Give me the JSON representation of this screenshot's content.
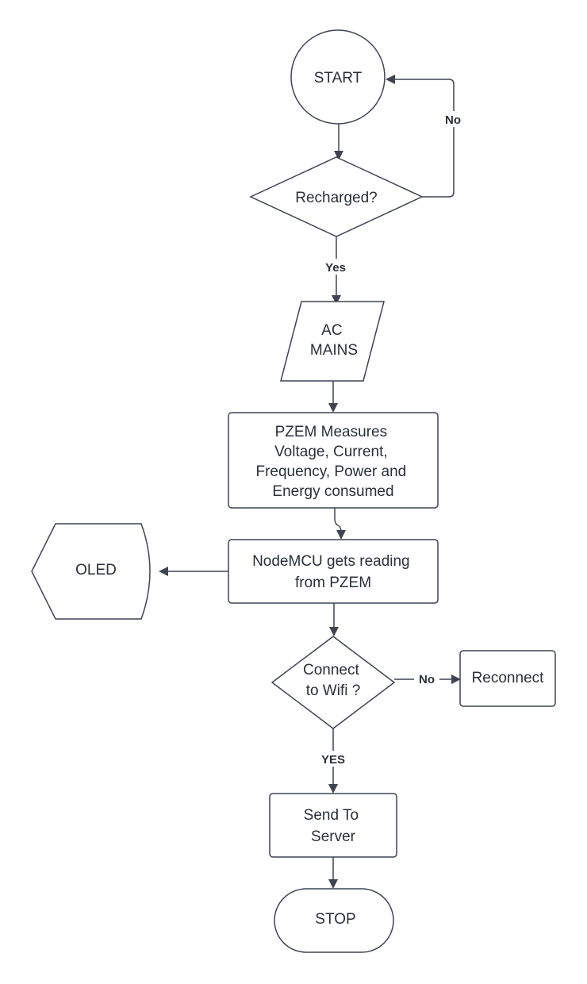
{
  "nodes": {
    "start": "START",
    "recharged": "Recharged?",
    "ac_mains": [
      "AC",
      "MAINS"
    ],
    "pzem": [
      "PZEM Measures",
      "Voltage, Current,",
      "Frequency, Power and",
      "Energy consumed"
    ],
    "nodemcu": [
      "NodeMCU gets reading",
      "from PZEM"
    ],
    "oled": "OLED",
    "wifi": [
      "Connect",
      "to Wifi ?"
    ],
    "reconnect": "Reconnect",
    "send": [
      "Send To",
      "Server"
    ],
    "stop": "STOP"
  },
  "edge_labels": {
    "recharged_no": "No",
    "recharged_yes": "Yes",
    "wifi_no": "No",
    "wifi_yes": "YES"
  },
  "colors": {
    "stroke": "#3f4451",
    "text": "#2b2f38",
    "background": "#ffffff"
  }
}
